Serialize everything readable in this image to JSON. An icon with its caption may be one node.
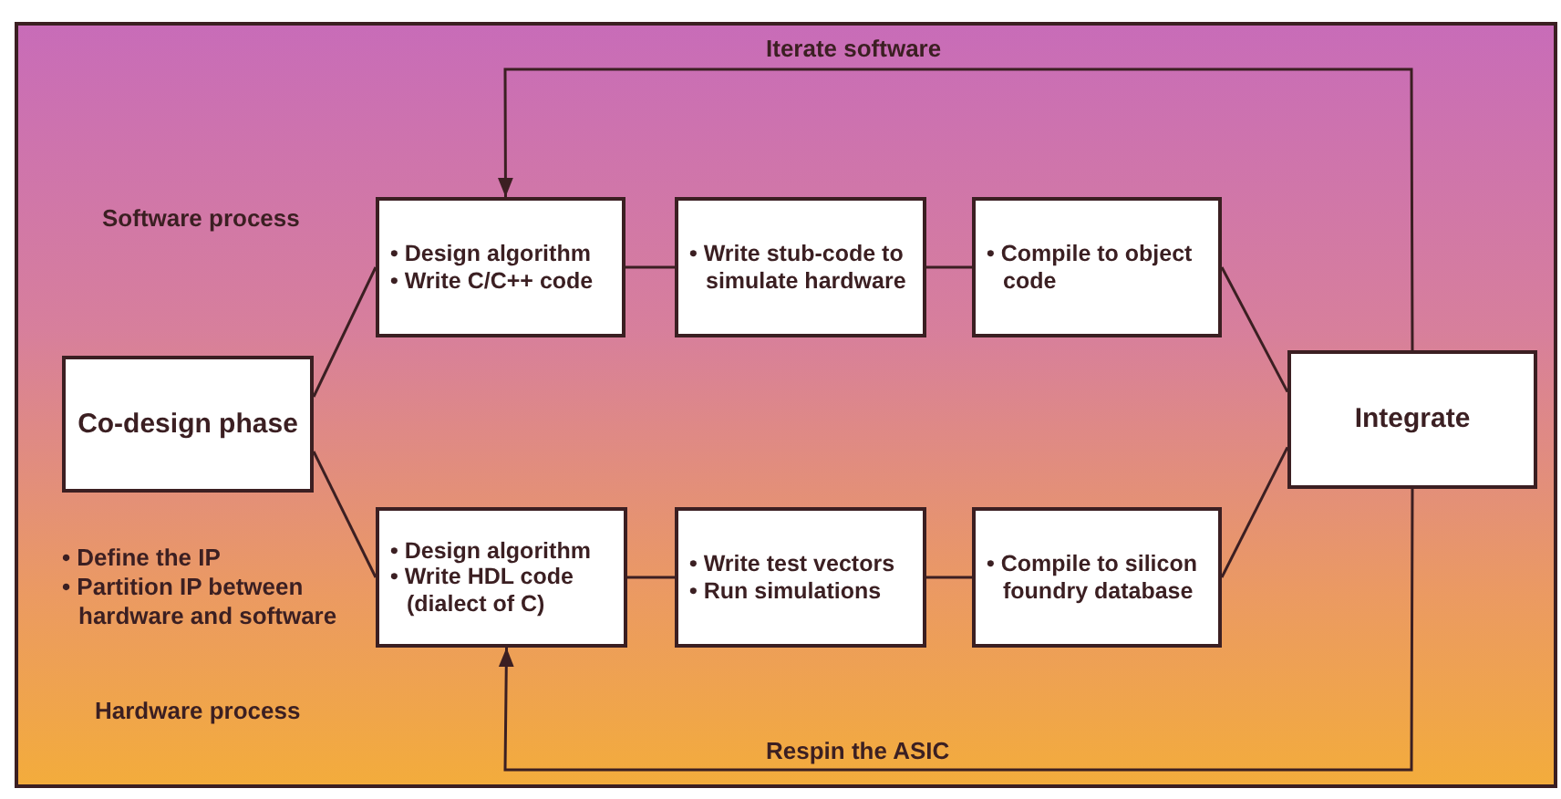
{
  "diagram": {
    "nodes": [
      {
        "text": [
          "Co-design phase"
        ]
      },
      {
        "text": [
          "• Design algorithm",
          "• Write C/C++ code"
        ]
      },
      {
        "text": [
          "• Write stub-code to simulate hardware"
        ]
      },
      {
        "text": [
          "• Compile to object code"
        ]
      },
      {
        "text": [
          "Integrate"
        ]
      },
      {
        "text": [
          "• Design algorithm",
          "• Write HDL code (dialect of C)"
        ]
      },
      {
        "text": [
          "• Write test vectors",
          "• Run simulations"
        ]
      },
      {
        "text": [
          "• Compile to silicon foundry database"
        ]
      }
    ],
    "edges": [
      {
        "from": 0,
        "to": 1,
        "arrow": "none"
      },
      {
        "from": 0,
        "to": 5,
        "arrow": "none"
      },
      {
        "from": 1,
        "to": 2,
        "arrow": "none"
      },
      {
        "from": 2,
        "to": 3,
        "arrow": "none"
      },
      {
        "from": 3,
        "to": 4,
        "arrow": "none"
      },
      {
        "from": 5,
        "to": 6,
        "arrow": "none"
      },
      {
        "from": 6,
        "to": 7,
        "arrow": "none"
      },
      {
        "from": 7,
        "to": 4,
        "arrow": "none"
      },
      {
        "from": 4,
        "to": 1,
        "arrow": "to",
        "label": "Iterate software"
      },
      {
        "from": 4,
        "to": 5,
        "arrow": "to",
        "label": "Respin the ASIC"
      }
    ],
    "labels": [
      "Software process",
      "• Define the IP",
      "• Partition IP between hardware and software",
      "Hardware process"
    ]
  }
}
